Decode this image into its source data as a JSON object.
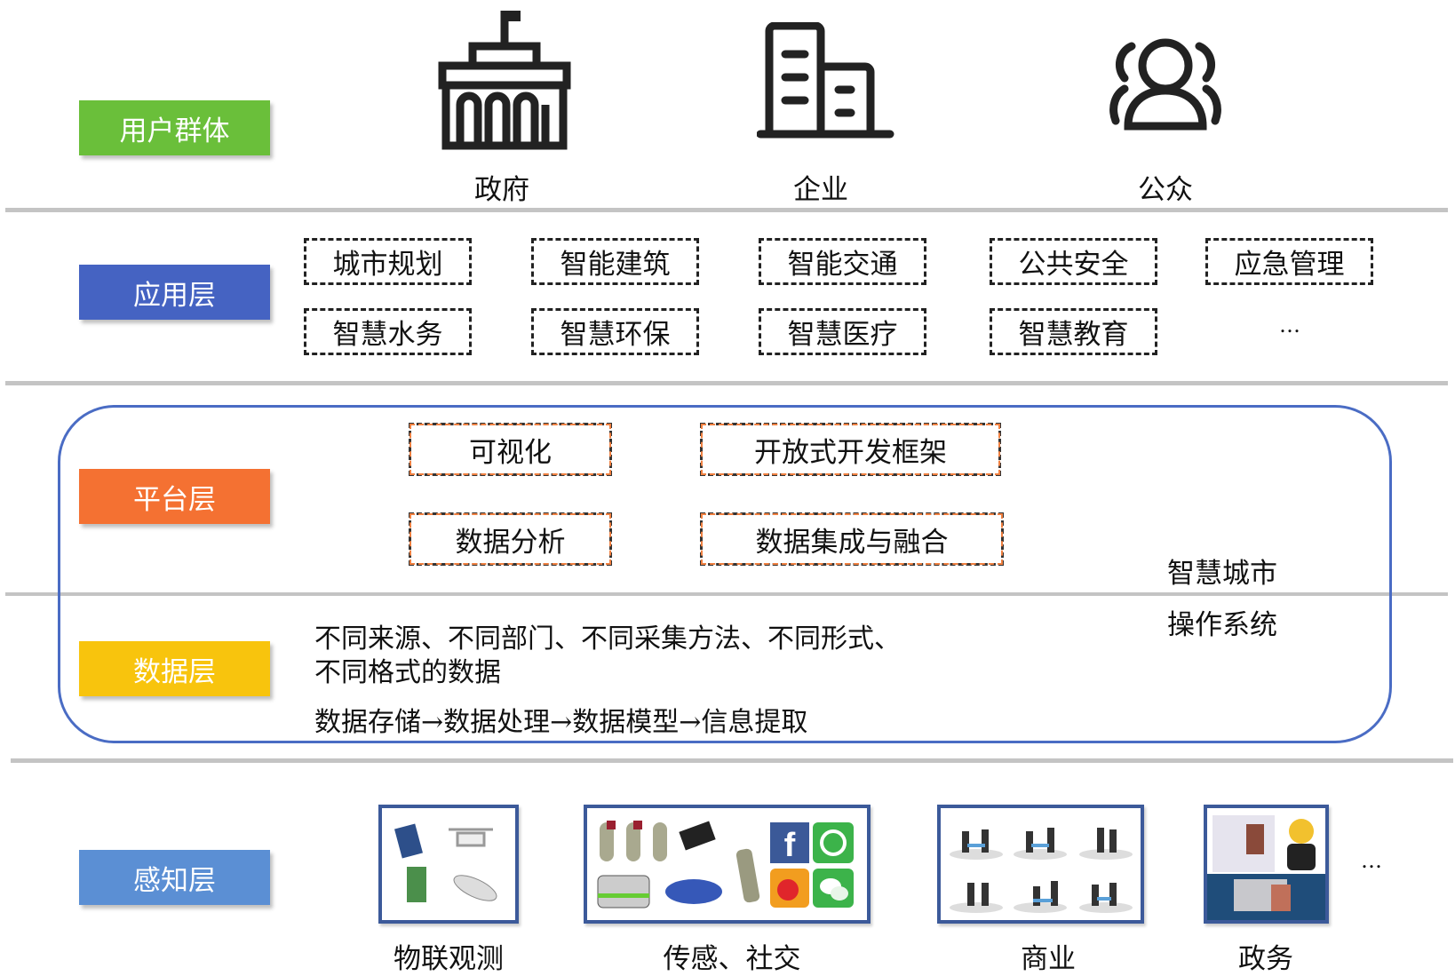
{
  "layers": {
    "users": {
      "label": "用户群体",
      "color": "#6abf3a"
    },
    "application": {
      "label": "应用层",
      "color": "#4563c2"
    },
    "platform": {
      "label": "平台层",
      "color": "#f47132"
    },
    "data": {
      "label": "数据层",
      "color": "#f8c40d"
    },
    "perception": {
      "label": "感知层",
      "color": "#5b8fd4"
    }
  },
  "user_groups": [
    {
      "label": "政府",
      "icon": "government-building-icon"
    },
    {
      "label": "企业",
      "icon": "office-building-icon"
    },
    {
      "label": "公众",
      "icon": "people-icon"
    }
  ],
  "applications": [
    "城市规划",
    "智能建筑",
    "智能交通",
    "公共安全",
    "应急管理",
    "智慧水务",
    "智慧环保",
    "智慧医疗",
    "智慧教育"
  ],
  "applications_more": "…",
  "platform_items": [
    "可视化",
    "开放式开发框架",
    "数据分析",
    "数据集成与融合"
  ],
  "os_label": {
    "line1": "智慧城市",
    "line2": "操作系统"
  },
  "data_text": {
    "line1": "不同来源、不同部门、不同采集方法、不同形式、",
    "line2": "不同格式的数据",
    "line3": "数据存储→数据处理→数据模型→信息提取"
  },
  "perception_sources": [
    "物联观测",
    "传感、社交",
    "商业",
    "政务"
  ],
  "perception_more": "…"
}
